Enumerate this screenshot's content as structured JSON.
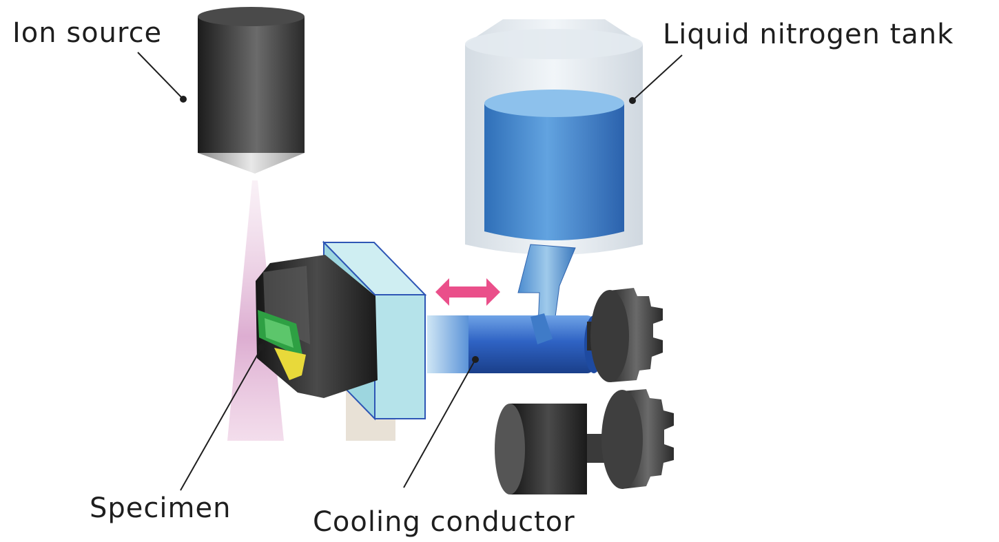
{
  "labels": {
    "ion_source": "Ion source",
    "liquid_nitrogen_tank": "Liquid nitrogen tank",
    "specimen": "Specimen",
    "cooling_conductor": "Cooling conductor"
  },
  "colors": {
    "background": "#ffffff",
    "ion_source_body": "#3a3a3a",
    "ion_beam": "#d7a0c8",
    "tank_shell": "#dce6ee",
    "liquid_nitrogen": "#3f86d0",
    "cooling_conductor": "#2e63c4",
    "holder_block": "#a8dde6",
    "motion_arrow": "#ea4f8a",
    "gear": "#3a3a3a",
    "specimen_green": "#2ea043",
    "specimen_yellow": "#e8d93a"
  },
  "icons": [
    "double-headed-arrow",
    "gear",
    "gear",
    "motor"
  ]
}
